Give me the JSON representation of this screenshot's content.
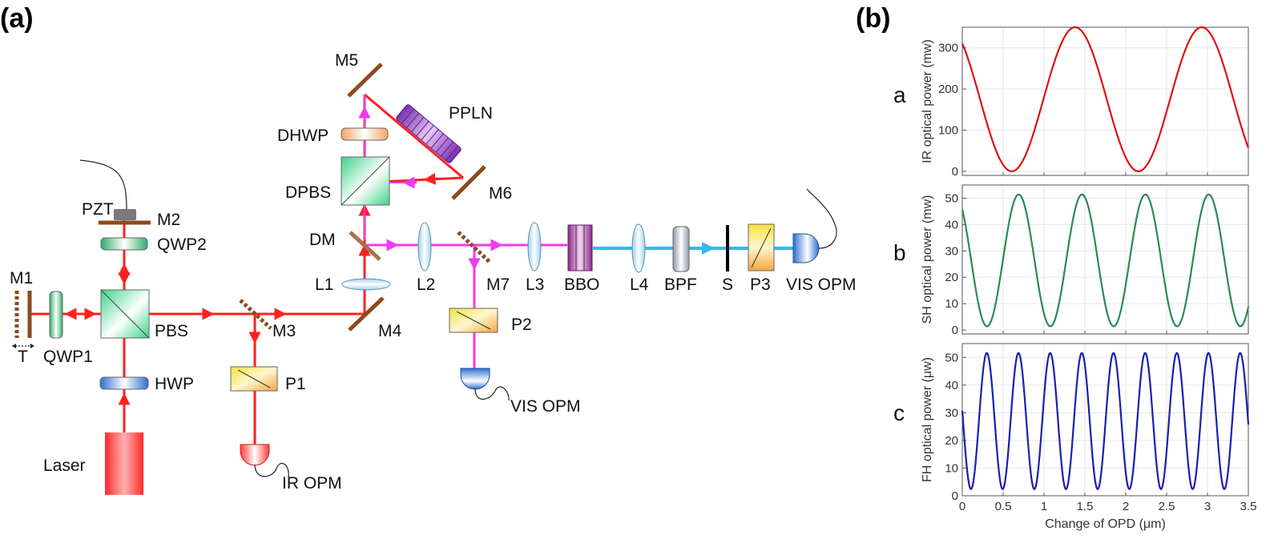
{
  "panels": {
    "a": "(a)",
    "b": "(b)"
  },
  "colors": {
    "ir_beam": "#ff2020",
    "vis_beam": "#f038f0",
    "uv_beam": "#34b8ea",
    "mirror": "#8b4a1e",
    "curve_a": "#e01010",
    "curve_b": "#2a8a55",
    "curve_c": "#1620b0"
  },
  "diagram": {
    "labels": {
      "pzt": "PZT",
      "m2": "M2",
      "qwp2": "QWP2",
      "m1": "M1",
      "t": "T",
      "qwp1": "QWP1",
      "pbs": "PBS",
      "hwp": "HWP",
      "laser": "Laser",
      "m3": "M3",
      "p1": "P1",
      "ir_opm": "IR OPM",
      "m4": "M4",
      "l1": "L1",
      "dm": "DM",
      "dpbs": "DPBS",
      "dhwp": "DHWP",
      "m5": "M5",
      "ppln": "PPLN",
      "m6": "M6",
      "l2": "L2",
      "m7": "M7",
      "p2": "P2",
      "vis_opm_low": "VIS OPM",
      "l3": "L3",
      "bbo": "BBO",
      "l4": "L4",
      "bpf": "BPF",
      "s": "S",
      "p3": "P3",
      "vis_opm_right": "VIS OPM"
    }
  },
  "chart_data": [
    {
      "type": "line",
      "panel_label": "a",
      "ylabel": "IR optical power (mw)",
      "xlim": [
        0,
        3.5
      ],
      "ylim": [
        -10,
        350
      ],
      "yticks": [
        0,
        100,
        200,
        300
      ],
      "xticks": [],
      "series": [
        {
          "color": "#e01010",
          "model": {
            "offset": 175,
            "amplitude": 175,
            "period": 1.55,
            "peak_x": 1.38,
            "amplitude_list": [
              175
            ],
            "x_start": 0,
            "x_end": 3.5
          }
        }
      ]
    },
    {
      "type": "line",
      "panel_label": "b",
      "ylabel": "SH optical power (mw)",
      "xlim": [
        0,
        3.5
      ],
      "ylim": [
        -1.5,
        55
      ],
      "yticks": [
        0,
        10,
        20,
        30,
        40,
        50
      ],
      "xticks": [],
      "series": [
        {
          "color": "#2a8a55",
          "model": {
            "offset": 26.4,
            "amplitude": 25.0,
            "period": 0.775,
            "peak_x": 0.69,
            "amplitude_list": [
              25.0
            ],
            "x_start": 0,
            "x_end": 3.5
          }
        }
      ]
    },
    {
      "type": "line",
      "panel_label": "c",
      "ylabel": "FH optical power (μw)",
      "xlabel": "Change of OPD (μm)",
      "xlim": [
        0,
        3.5
      ],
      "ylim": [
        0,
        55
      ],
      "yticks": [
        0,
        10,
        20,
        30,
        40,
        50
      ],
      "xticks": [
        0,
        0.5,
        1,
        1.5,
        2,
        2.5,
        3,
        3.5
      ],
      "xtick_labels": [
        "0",
        "0.5",
        "1",
        "1.5",
        "2",
        "2.5",
        "3",
        "3.5"
      ],
      "series": [
        {
          "color": "#1620b0",
          "model": {
            "offset": 27,
            "amplitude": 24.6,
            "period": 0.3875,
            "peak_x": 0.3,
            "amplitude_list": [
              24.6
            ],
            "x_start": 0,
            "x_end": 3.5
          }
        }
      ]
    }
  ]
}
